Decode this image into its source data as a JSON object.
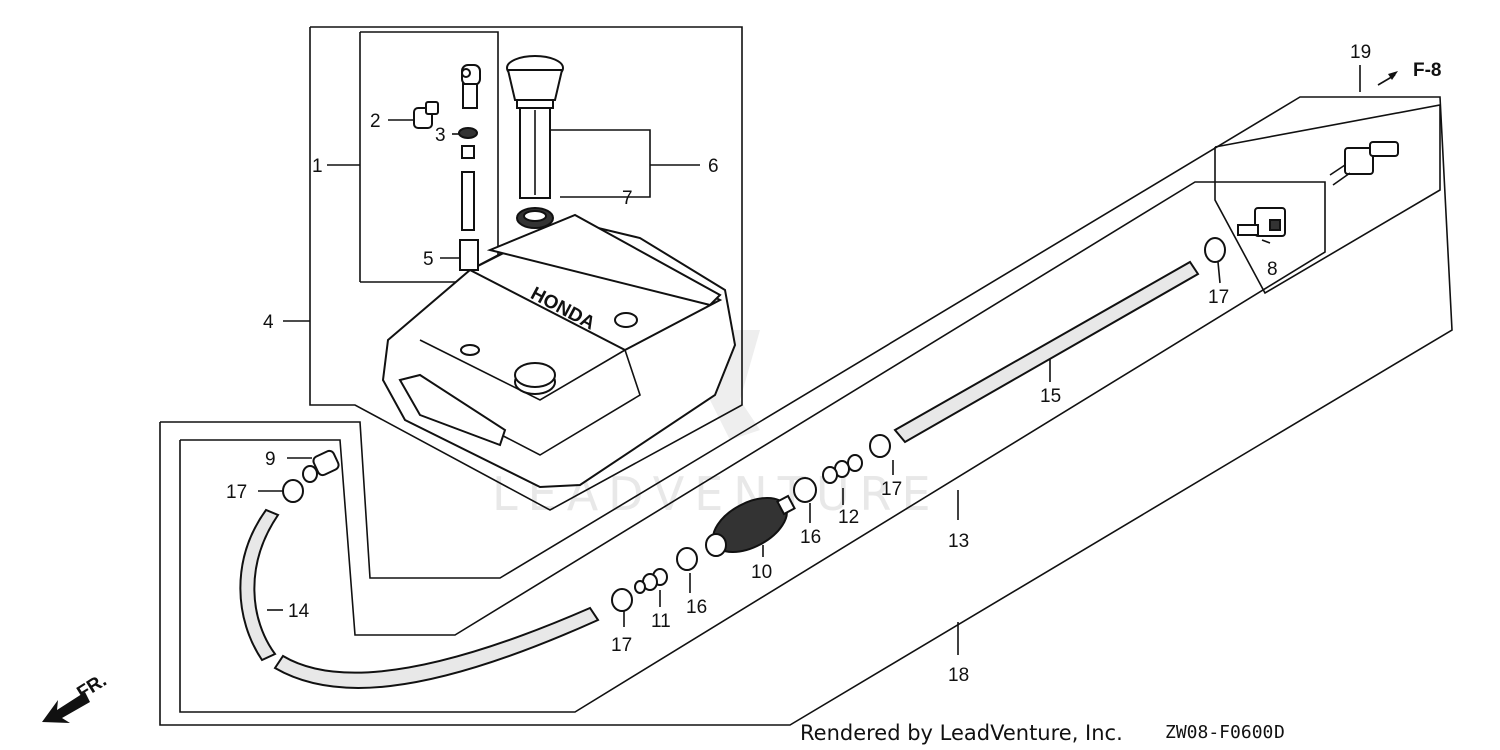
{
  "callouts": {
    "c1": "1",
    "c2": "2",
    "c3": "3",
    "c4": "4",
    "c5": "5",
    "c6": "6",
    "c7": "7",
    "c8": "8",
    "c9": "9",
    "c10": "10",
    "c11": "11",
    "c12": "12",
    "c13": "13",
    "c14": "14",
    "c15": "15",
    "c16a": "16",
    "c16b": "16",
    "c17a": "17",
    "c17b": "17",
    "c17c": "17",
    "c17d": "17",
    "c18": "18",
    "c19": "19"
  },
  "references": {
    "page_ref": "F-8",
    "front_label": "FR."
  },
  "tank_brand": "HONDA",
  "watermark": "LEADVENTURE",
  "footer": {
    "rendered_by": "Rendered by LeadVenture, Inc.",
    "diagram_code": "ZW08-F0600",
    "revision": "D"
  }
}
